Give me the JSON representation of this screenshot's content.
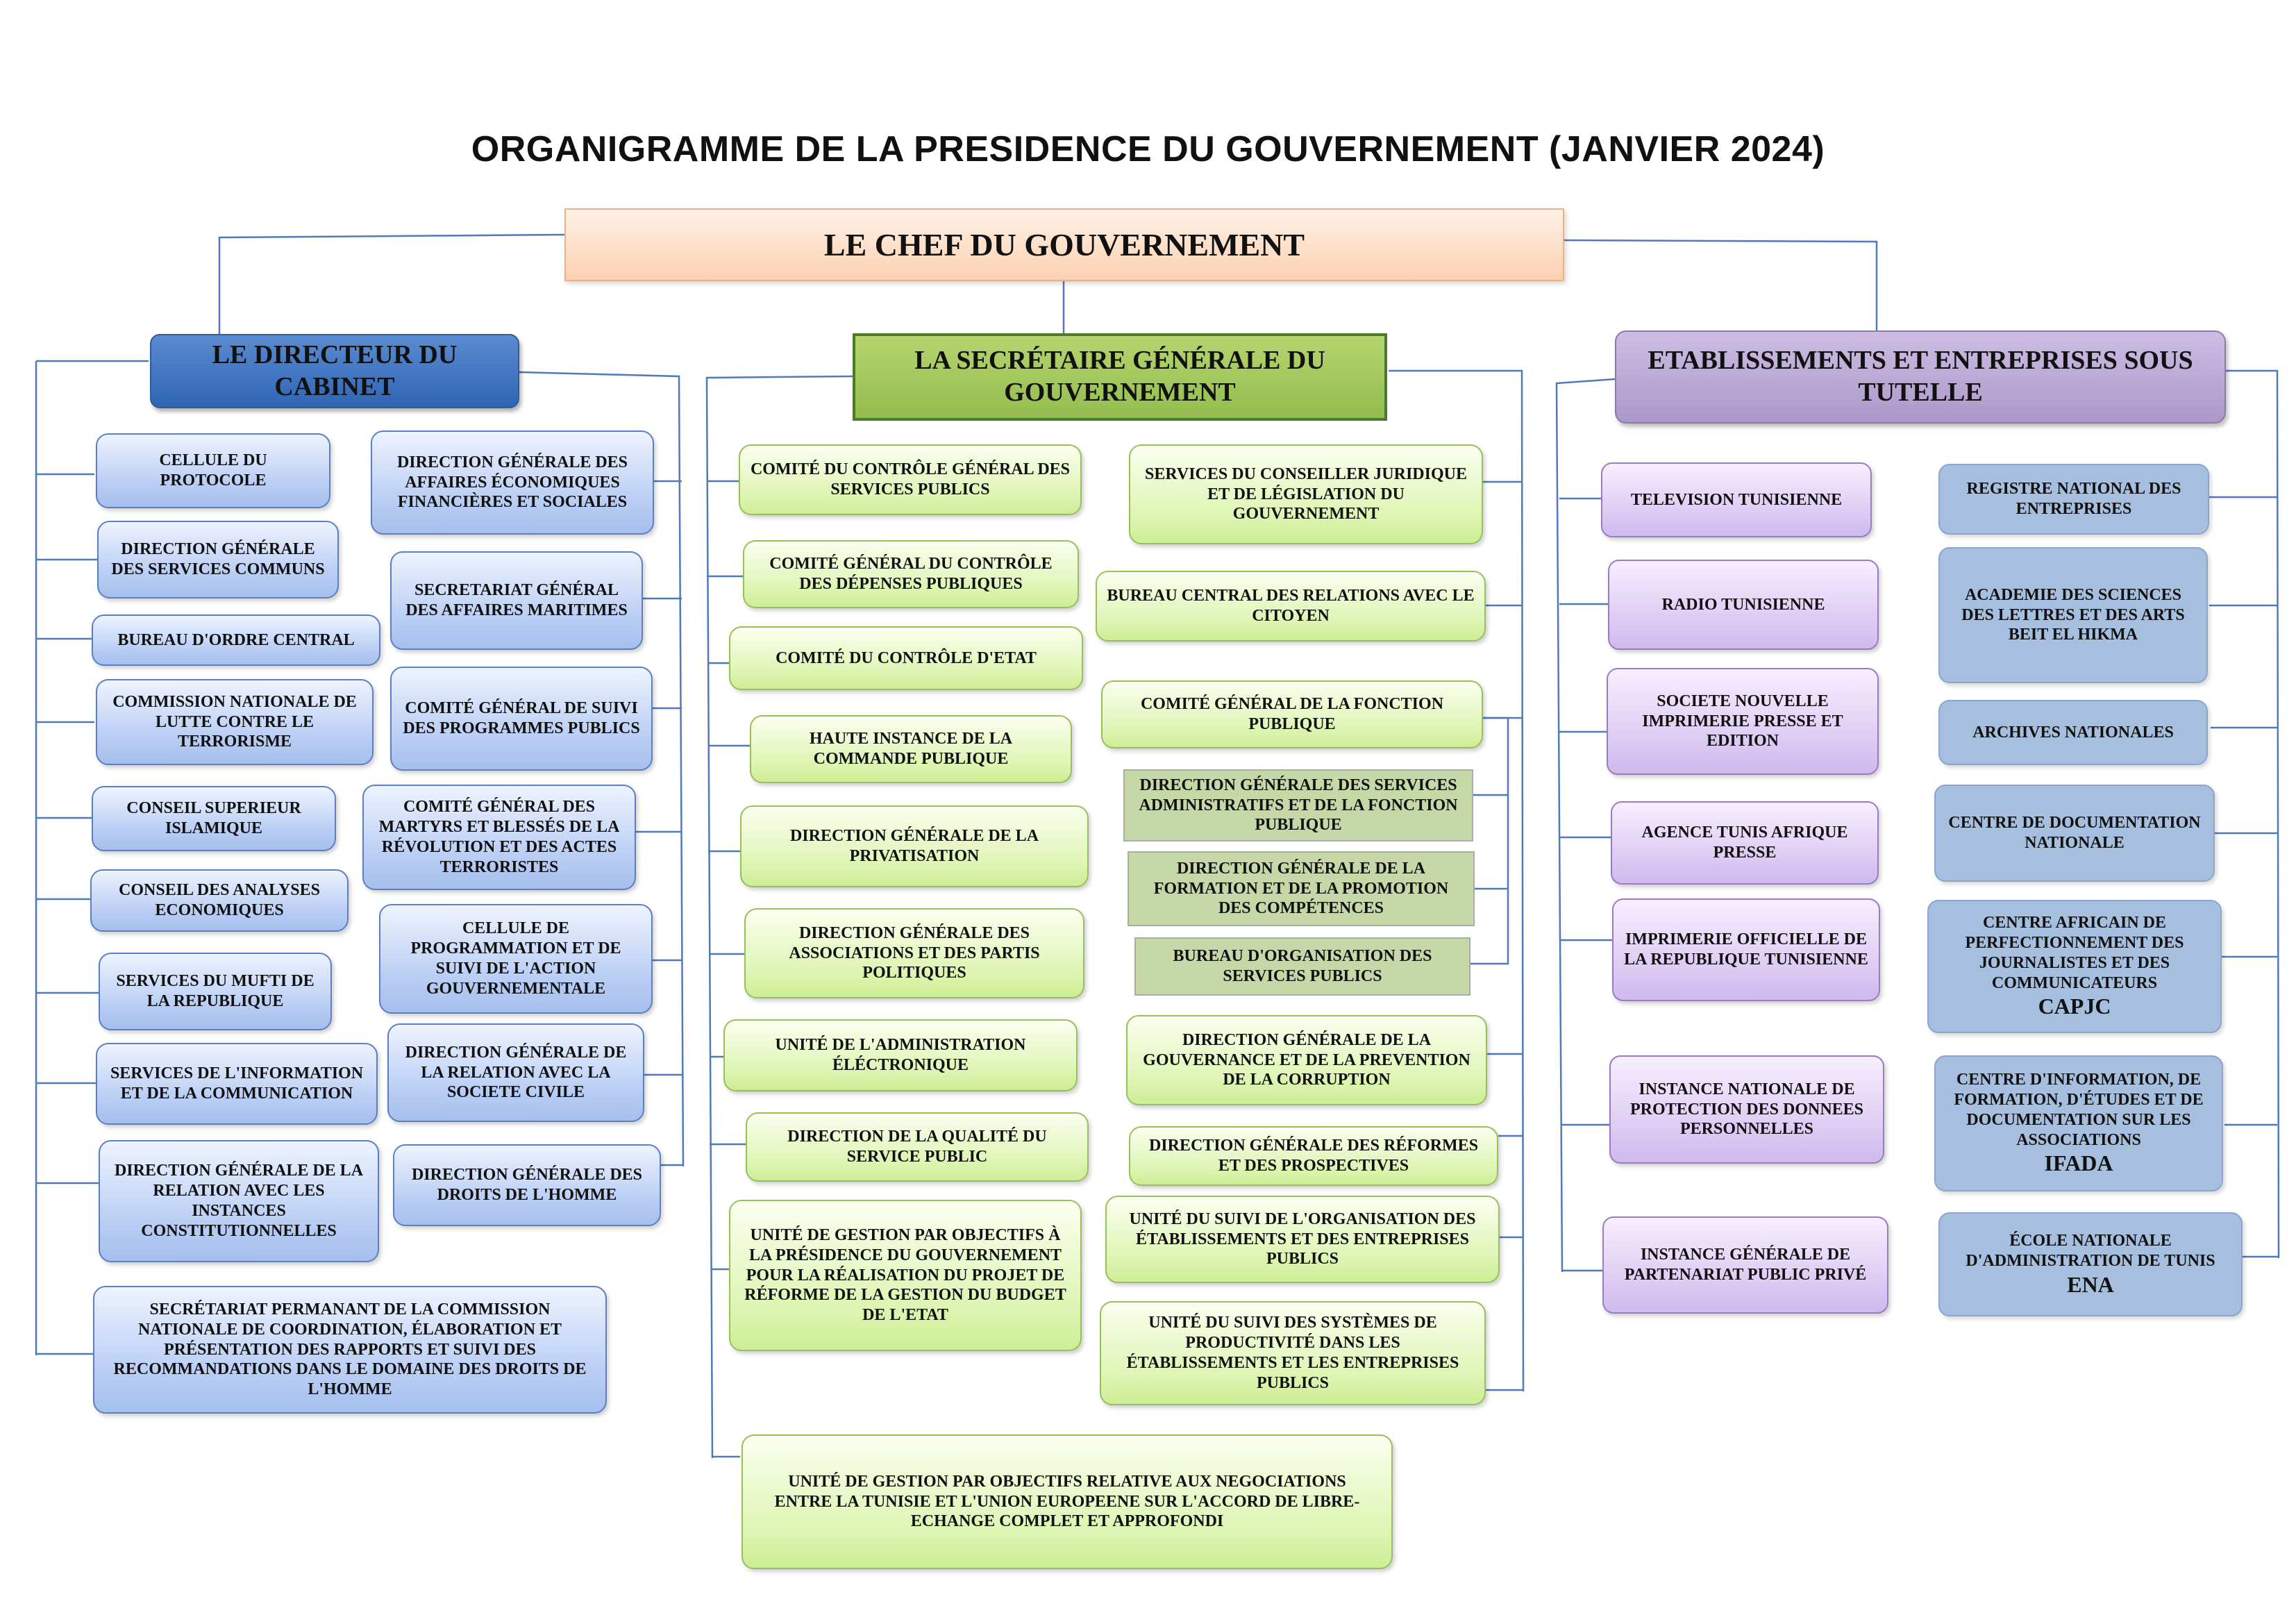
{
  "title": "ORGANIGRAMME DE LA PRESIDENCE DU GOUVERNEMENT (JANVIER 2024)",
  "top": {
    "chef": "LE CHEF DU GOUVERNEMENT"
  },
  "cabinet": {
    "head": "LE DIRECTEUR DU CABINET",
    "items": [
      "CELLULE DU PROTOCOLE",
      "DIRECTION GÉNÉRALE DES SERVICES COMMUNS",
      "BUREAU D'ORDRE CENTRAL",
      "COMMISSION NATIONALE DE LUTTE CONTRE LE TERRORISME",
      "CONSEIL SUPERIEUR ISLAMIQUE",
      "CONSEIL DES ANALYSES ECONOMIQUES",
      "SERVICES DU MUFTI DE LA REPUBLIQUE",
      "SERVICES DE L'INFORMATION ET DE LA COMMUNICATION",
      "DIRECTION GÉNÉRALE DE LA RELATION AVEC LES INSTANCES CONSTITUTIONNELLES",
      "DIRECTION GÉNÉRALE DES AFFAIRES ÉCONOMIQUES FINANCIÈRES ET SOCIALES",
      "SECRETARIAT GÉNÉRAL DES AFFAIRES MARITIMES",
      "COMITÉ GÉNÉRAL DE SUIVI DES PROGRAMMES PUBLICS",
      "COMITÉ GÉNÉRAL DES MARTYRS ET BLESSÉS DE LA RÉVOLUTION ET DES ACTES TERRORISTES",
      "CELLULE DE PROGRAMMATION ET DE SUIVI DE L'ACTION GOUVERNEMENTALE",
      "DIRECTION GÉNÉRALE DE LA RELATION AVEC LA SOCIETE CIVILE",
      "DIRECTION GÉNÉRALE DES DROITS DE L'HOMME",
      "SECRÉTARIAT PERMANANT DE LA COMMISSION NATIONALE DE COORDINATION, ÉLABORATION ET PRÉSENTATION DES RAPPORTS ET SUIVI DES RECOMMANDATIONS DANS LE DOMAINE DES DROITS DE L'HOMME"
    ]
  },
  "sg": {
    "head": "LA SECRÉTAIRE GÉNÉRALE DU GOUVERNEMENT",
    "items": [
      "COMITÉ DU CONTRÔLE GÉNÉRAL DES SERVICES PUBLICS",
      "COMITÉ GÉNÉRAL DU CONTRÔLE DES DÉPENSES PUBLIQUES",
      "COMITÉ DU CONTRÔLE D'ETAT",
      "HAUTE INSTANCE DE LA COMMANDE PUBLIQUE",
      "DIRECTION GÉNÉRALE DE LA PRIVATISATION",
      "DIRECTION GÉNÉRALE DES ASSOCIATIONS ET DES PARTIS POLITIQUES",
      "UNITÉ DE L'ADMINISTRATION ÉLÉCTRONIQUE",
      "DIRECTION DE LA QUALITÉ DU SERVICE PUBLIC",
      "UNITÉ DE GESTION PAR OBJECTIFS À LA PRÉSIDENCE DU GOUVERNEMENT POUR LA RÉALISATION DU PROJET DE RÉFORME DE LA GESTION DU BUDGET DE L'ETAT",
      "SERVICES DU CONSEILLER JURIDIQUE ET DE LÉGISLATION DU GOUVERNEMENT",
      "BUREAU CENTRAL DES RELATIONS AVEC LE CITOYEN",
      "COMITÉ GÉNÉRAL DE LA FONCTION PUBLIQUE",
      "DIRECTION GÉNÉRALE DES SERVICES ADMINISTRATIFS   ET DE LA FONCTION PUBLIQUE",
      "DIRECTION GÉNÉRALE DE LA FORMATION ET DE LA PROMOTION DES COMPÉTENCES",
      "BUREAU D'ORGANISATION DES SERVICES PUBLICS",
      "DIRECTION GÉNÉRALE DE LA GOUVERNANCE ET DE LA PREVENTION DE LA CORRUPTION",
      "DIRECTION GÉNÉRALE DES RÉFORMES ET DES PROSPECTIVES",
      "UNITÉ DU SUIVI DE L'ORGANISATION DES ÉTABLISSEMENTS ET DES ENTREPRISES PUBLICS",
      "UNITÉ DU SUIVI DES SYSTÈMES DE PRODUCTIVITÉ DANS LES ÉTABLISSEMENTS ET LES ENTREPRISES PUBLICS",
      "UNITÉ DE GESTION PAR OBJECTIFS RELATIVE AUX NEGOCIATIONS ENTRE LA TUNISIE ET L'UNION EUROPEENE SUR L'ACCORD DE LIBRE-ECHANGE COMPLET ET APPROFONDI"
    ]
  },
  "etab": {
    "head": "ETABLISSEMENTS ET ENTREPRISES SOUS TUTELLE",
    "left": [
      "TELEVISION TUNISIENNE",
      "RADIO TUNISIENNE",
      "SOCIETE NOUVELLE IMPRIMERIE PRESSE ET EDITION",
      "AGENCE TUNIS AFRIQUE PRESSE",
      "IMPRIMERIE OFFICIELLE DE LA REPUBLIQUE TUNISIENNE",
      "INSTANCE NATIONALE DE PROTECTION DES DONNEES PERSONNELLES",
      "INSTANCE GÉNÉRALE DE PARTENARIAT PUBLIC PRIVÉ"
    ],
    "right": [
      "REGISTRE NATIONAL DES ENTREPRISES",
      "ACADEMIE DES SCIENCES DES LETTRES ET DES ARTS BEIT EL HIKMA",
      "ARCHIVES NATIONALES",
      "CENTRE DE DOCUMENTATION NATIONALE",
      "CENTRE AFRICAIN DE PERFECTIONNEMENT DES JOURNALISTES ET DES COMMUNICATEURS",
      "CAPJC",
      "CENTRE D'INFORMATION, DE FORMATION, D'ÉTUDES ET DE DOCUMENTATION SUR LES ASSOCIATIONS",
      "IFADA",
      "ÉCOLE NATIONALE D'ADMINISTRATION DE TUNIS",
      "ENA"
    ]
  },
  "colors": {
    "connector": "#4f7ab8",
    "chef": "#fbd1b1",
    "cabinet": "#2f65b4",
    "sg": "#93bd4e",
    "etab": "#ab98c8"
  }
}
